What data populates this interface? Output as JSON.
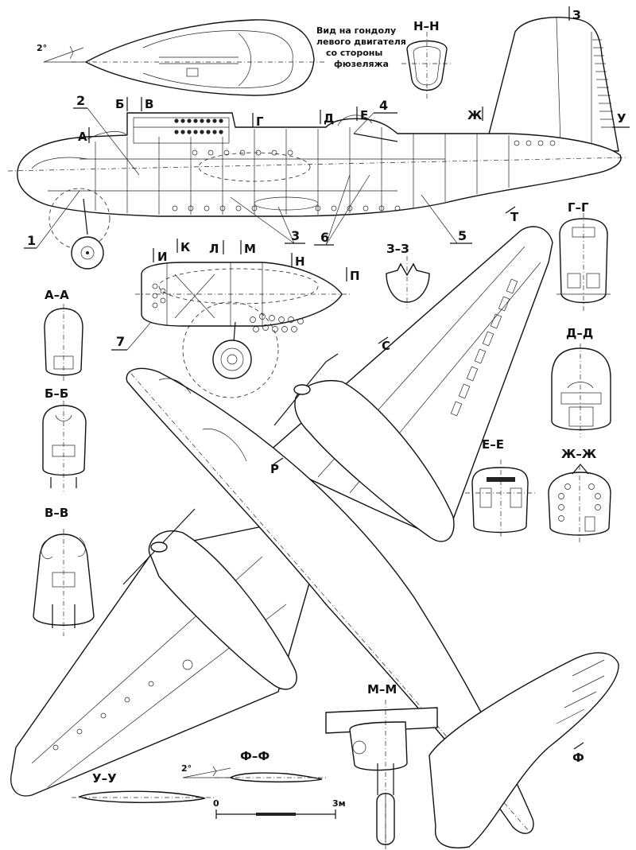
{
  "note": {
    "line1": "Вид на гондолу",
    "line2": "левого двигателя",
    "line3": "со стороны",
    "line4": "фюзеляжа"
  },
  "angles": {
    "nacelle_tilt": "2°",
    "tail_tilt": "2°"
  },
  "callouts": {
    "n1": "1",
    "n2": "2",
    "n3": "3",
    "n4": "4",
    "n5": "5",
    "n6": "6",
    "n7": "7"
  },
  "side_markers": {
    "a": "А",
    "b": "Б",
    "v": "В",
    "g": "Г",
    "d": "Д",
    "e": "Е",
    "zh": "Ж",
    "z": "З",
    "u": "У"
  },
  "nacelle_markers": {
    "i": "И",
    "k": "К",
    "l": "Л",
    "m": "М",
    "n": "Н",
    "p": "П"
  },
  "plan_markers": {
    "t": "Т",
    "s": "С",
    "r": "Р",
    "f": "Ф"
  },
  "sections": {
    "nn": "Н–Н",
    "zz": "З–З",
    "aa": "А–А",
    "bb": "Б–Б",
    "vv": "В–В",
    "gg": "Г–Г",
    "dd": "Д–Д",
    "ee": "Е–Е",
    "zhzh": "Ж–Ж",
    "mm": "М–М",
    "ff": "Ф–Ф",
    "uu": "У–У"
  },
  "scale": {
    "start": "0",
    "end": "3м"
  }
}
